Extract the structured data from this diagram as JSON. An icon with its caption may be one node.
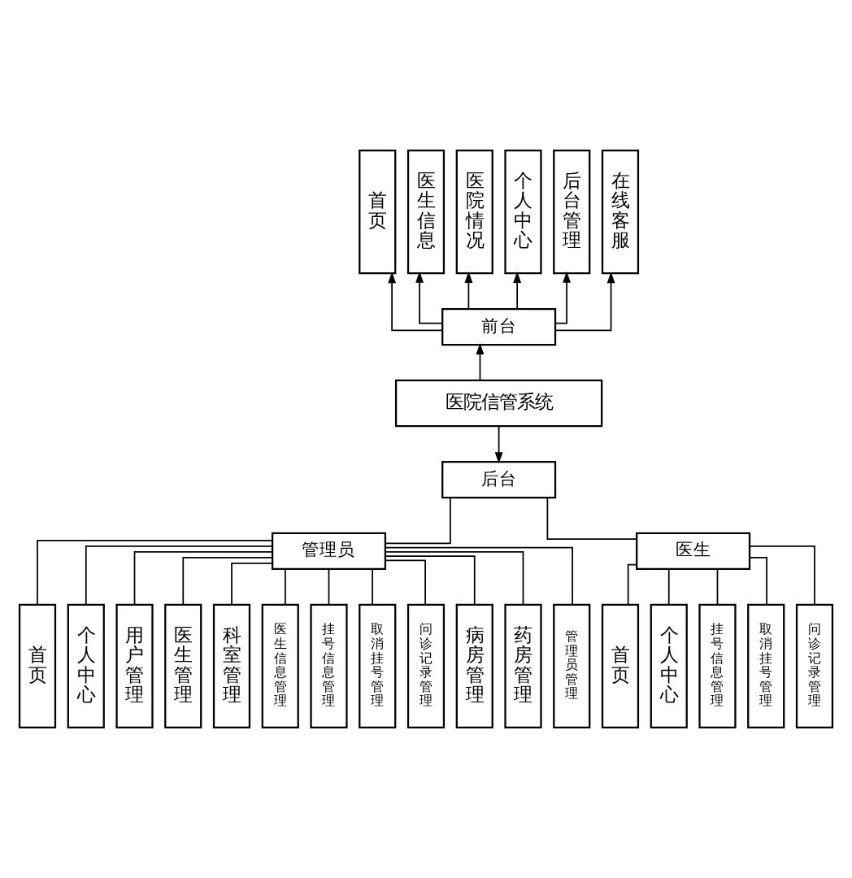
{
  "diagram": {
    "nodes": [
      {
        "text": [
          "医院信管系统"
        ]
      },
      {
        "text": [
          "前台"
        ]
      },
      {
        "text": [
          "后台"
        ]
      },
      {
        "text": [
          "首页"
        ]
      },
      {
        "text": [
          "医生信息"
        ]
      },
      {
        "text": [
          "医院情况"
        ]
      },
      {
        "text": [
          "个人中心"
        ]
      },
      {
        "text": [
          "后台管理"
        ]
      },
      {
        "text": [
          "在线客服"
        ]
      },
      {
        "text": [
          "管理员"
        ]
      },
      {
        "text": [
          "医生"
        ]
      },
      {
        "text": [
          "首页"
        ]
      },
      {
        "text": [
          "个人中心"
        ]
      },
      {
        "text": [
          "用户管理"
        ]
      },
      {
        "text": [
          "医生管理"
        ]
      },
      {
        "text": [
          "科室管理"
        ]
      },
      {
        "text": [
          "医生信息管理"
        ]
      },
      {
        "text": [
          "挂号信息管理"
        ]
      },
      {
        "text": [
          "取消挂号管理"
        ]
      },
      {
        "text": [
          "问诊记录管理"
        ]
      },
      {
        "text": [
          "病房管理"
        ]
      },
      {
        "text": [
          "药房管理"
        ]
      },
      {
        "text": [
          "管理员管理"
        ]
      },
      {
        "text": [
          "首页"
        ]
      },
      {
        "text": [
          "个人中心"
        ]
      },
      {
        "text": [
          "挂号信息管理"
        ]
      },
      {
        "text": [
          "取消挂号管理"
        ]
      },
      {
        "text": [
          "问诊记录管理"
        ]
      }
    ],
    "edges": [
      {
        "from": 0,
        "to": 1,
        "arrow": "to"
      },
      {
        "from": 1,
        "to": 3,
        "arrow": "to"
      },
      {
        "from": 1,
        "to": 4,
        "arrow": "to"
      },
      {
        "from": 1,
        "to": 5,
        "arrow": "to"
      },
      {
        "from": 1,
        "to": 6,
        "arrow": "to"
      },
      {
        "from": 1,
        "to": 7,
        "arrow": "to"
      },
      {
        "from": 1,
        "to": 8,
        "arrow": "to"
      },
      {
        "from": 0,
        "to": 2,
        "arrow": "to"
      },
      {
        "from": 2,
        "to": 9,
        "arrow": "none"
      },
      {
        "from": 2,
        "to": 10,
        "arrow": "none"
      },
      {
        "from": 9,
        "to": 11,
        "arrow": "none"
      },
      {
        "from": 9,
        "to": 12,
        "arrow": "none"
      },
      {
        "from": 9,
        "to": 13,
        "arrow": "none"
      },
      {
        "from": 9,
        "to": 14,
        "arrow": "none"
      },
      {
        "from": 9,
        "to": 15,
        "arrow": "none"
      },
      {
        "from": 9,
        "to": 16,
        "arrow": "none"
      },
      {
        "from": 9,
        "to": 17,
        "arrow": "none"
      },
      {
        "from": 9,
        "to": 18,
        "arrow": "none"
      },
      {
        "from": 9,
        "to": 19,
        "arrow": "none"
      },
      {
        "from": 9,
        "to": 20,
        "arrow": "none"
      },
      {
        "from": 9,
        "to": 21,
        "arrow": "none"
      },
      {
        "from": 9,
        "to": 22,
        "arrow": "none"
      },
      {
        "from": 10,
        "to": 23,
        "arrow": "none"
      },
      {
        "from": 10,
        "to": 24,
        "arrow": "none"
      },
      {
        "from": 10,
        "to": 25,
        "arrow": "none"
      },
      {
        "from": 10,
        "to": 26,
        "arrow": "none"
      },
      {
        "from": 10,
        "to": 27,
        "arrow": "none"
      }
    ]
  }
}
